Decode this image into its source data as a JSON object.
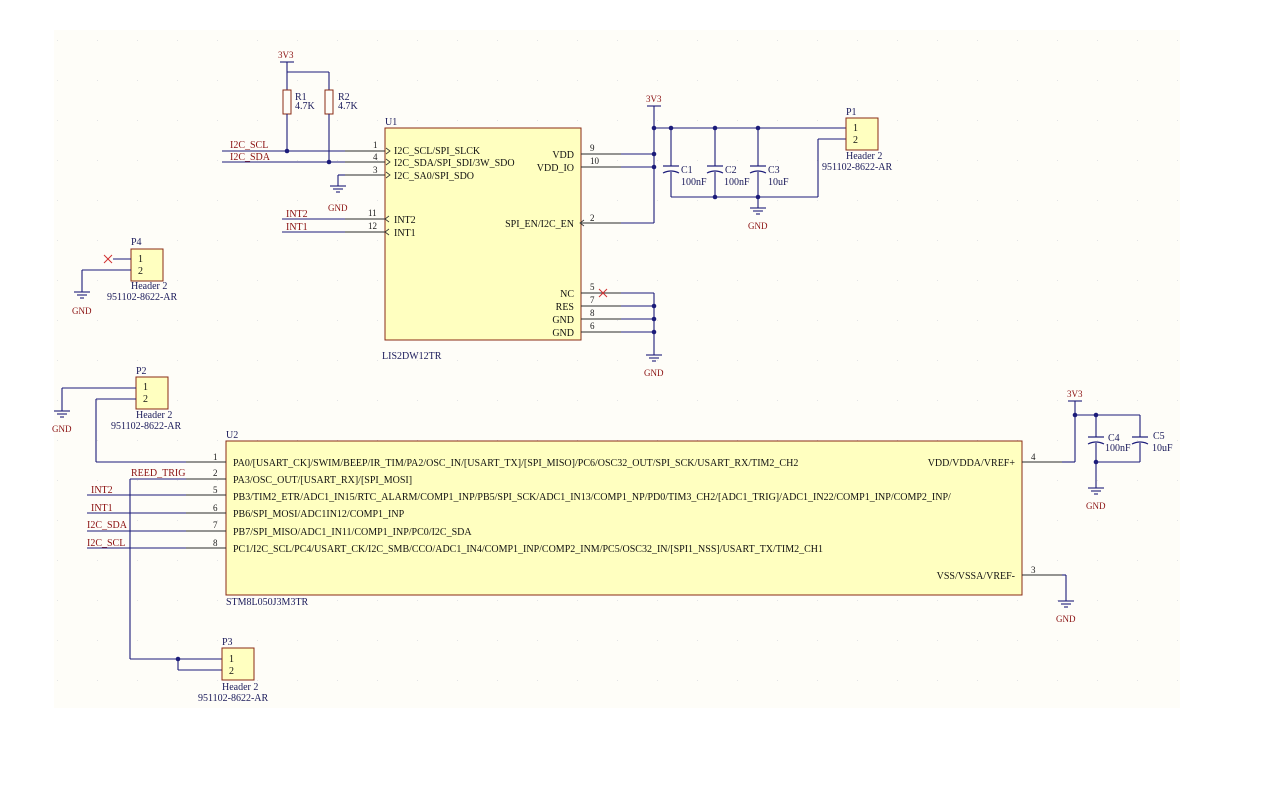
{
  "power": {
    "vcc": "3V3",
    "gnd": "GND"
  },
  "resistors": [
    {
      "ref": "R1",
      "value": "4.7K"
    },
    {
      "ref": "R2",
      "value": "4.7K"
    }
  ],
  "u1": {
    "ref": "U1",
    "part": "LIS2DW12TR",
    "left_pins": [
      {
        "num": "1",
        "name": "I2C_SCL/SPI_SLCK",
        "net": "I2C_SCL"
      },
      {
        "num": "4",
        "name": "I2C_SDA/SPI_SDI/3W_SDO",
        "net": "I2C_SDA"
      },
      {
        "num": "3",
        "name": "I2C_SA0/SPI_SDO",
        "net": ""
      },
      {
        "num": "11",
        "name": "INT2",
        "net": "INT2"
      },
      {
        "num": "12",
        "name": "INT1",
        "net": "INT1"
      }
    ],
    "right_pins": [
      {
        "num": "9",
        "name": "VDD"
      },
      {
        "num": "10",
        "name": "VDD_IO"
      },
      {
        "num": "2",
        "name": "SPI_EN/I2C_EN"
      },
      {
        "num": "5",
        "name": "NC"
      },
      {
        "num": "7",
        "name": "RES"
      },
      {
        "num": "8",
        "name": "GND"
      },
      {
        "num": "6",
        "name": "GND"
      }
    ]
  },
  "caps": [
    {
      "ref": "C1",
      "value": "100nF"
    },
    {
      "ref": "C2",
      "value": "100nF"
    },
    {
      "ref": "C3",
      "value": "10uF"
    },
    {
      "ref": "C4",
      "value": "100nF"
    },
    {
      "ref": "C5",
      "value": "10uF"
    }
  ],
  "headers": [
    {
      "ref": "P1",
      "type": "Header 2",
      "part": "951102-8622-AR",
      "pin1": "1",
      "pin2": "2"
    },
    {
      "ref": "P2",
      "type": "Header 2",
      "part": "951102-8622-AR",
      "pin1": "1",
      "pin2": "2"
    },
    {
      "ref": "P3",
      "type": "Header 2",
      "part": "951102-8622-AR",
      "pin1": "1",
      "pin2": "2"
    },
    {
      "ref": "P4",
      "type": "Header 2",
      "part": "951102-8622-AR",
      "pin1": "1",
      "pin2": "2"
    }
  ],
  "u2": {
    "ref": "U2",
    "part": "STM8L050J3M3TR",
    "left_pins": [
      {
        "num": "1",
        "name": "PA0/[USART_CK]/SWIM/BEEP/IR_TIM/PA2/OSC_IN/[USART_TX]/[SPI_MISO]/PC6/OSC32_OUT/SPI_SCK/USART_RX/TIM2_CH2",
        "net": ""
      },
      {
        "num": "2",
        "name": "PA3/OSC_OUT/[USART_RX]/[SPI_MOSI]",
        "net": "REED_TRIG"
      },
      {
        "num": "5",
        "name": "PB3/TIM2_ETR/ADC1_IN15/RTC_ALARM/COMP1_INP/PB5/SPI_SCK/ADC1_IN13/COMP1_NP/PD0/TIM3_CH2/[ADC1_TRIG]/ADC1_IN22/COMP1_INP/COMP2_INP/",
        "net": "INT2"
      },
      {
        "num": "6",
        "name": "PB6/SPI_MOSI/ADC1IN12/COMP1_INP",
        "net": "INT1"
      },
      {
        "num": "7",
        "name": "PB7/SPI_MISO/ADC1_IN11/COMP1_INP/PC0/I2C_SDA",
        "net": "I2C_SDA"
      },
      {
        "num": "8",
        "name": "PC1/I2C_SCL/PC4/USART_CK/I2C_SMB/CCO/ADC1_IN4/COMP1_INP/COMP2_INM/PC5/OSC32_IN/[SPI1_NSS]/USART_TX/TIM2_CH1",
        "net": "I2C_SCL"
      }
    ],
    "right_pins": [
      {
        "num": "4",
        "name": "VDD/VDDA/VREF+"
      },
      {
        "num": "3",
        "name": "VSS/VSSA/VREF-"
      }
    ]
  }
}
